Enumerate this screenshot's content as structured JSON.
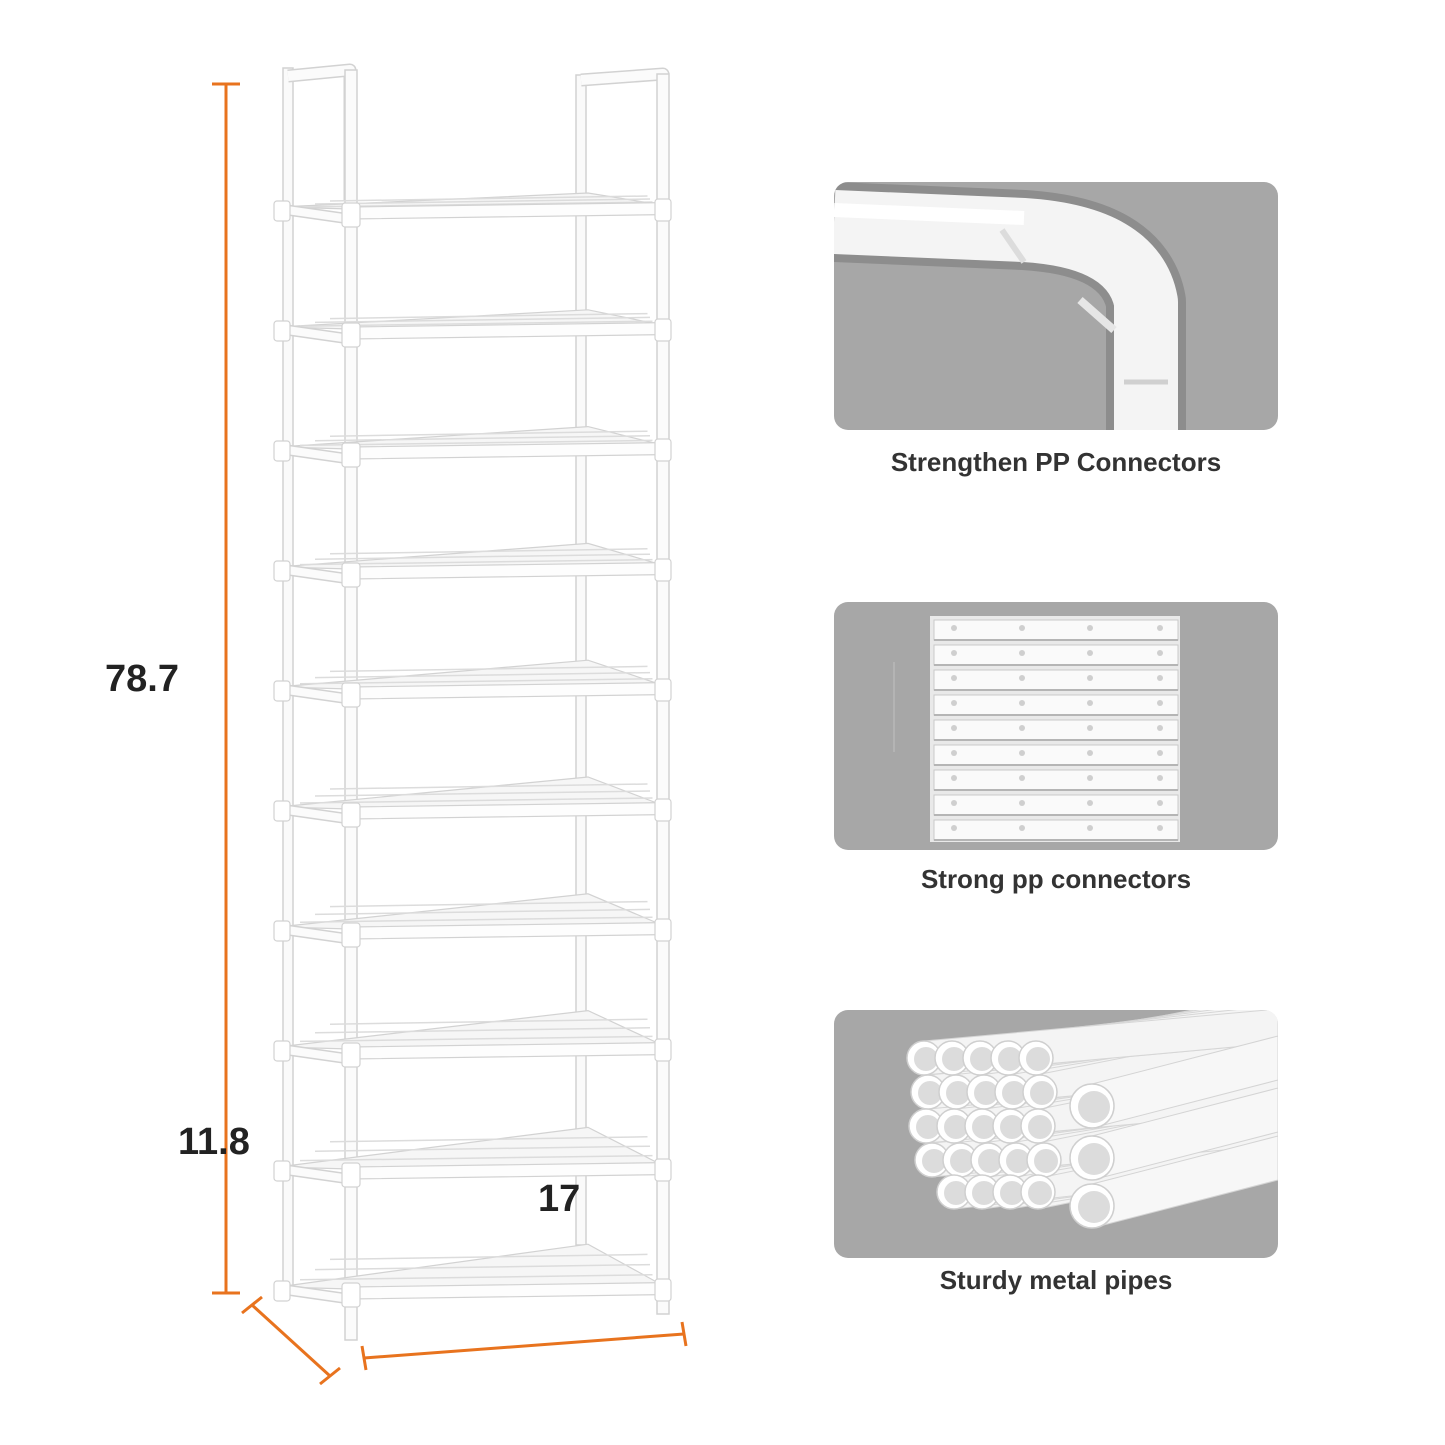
{
  "dimensions": {
    "height": "78.7",
    "depth": "11.8",
    "width": "17"
  },
  "accent_color": "#e8731e",
  "product": {
    "tier_count": 10
  },
  "features": [
    {
      "caption": "Strengthen PP Connectors",
      "icon": "elbow-connector-icon"
    },
    {
      "caption": "Strong pp connectors",
      "icon": "stacked-connectors-icon"
    },
    {
      "caption": "Sturdy metal pipes",
      "icon": "pipe-bundle-icon"
    }
  ]
}
